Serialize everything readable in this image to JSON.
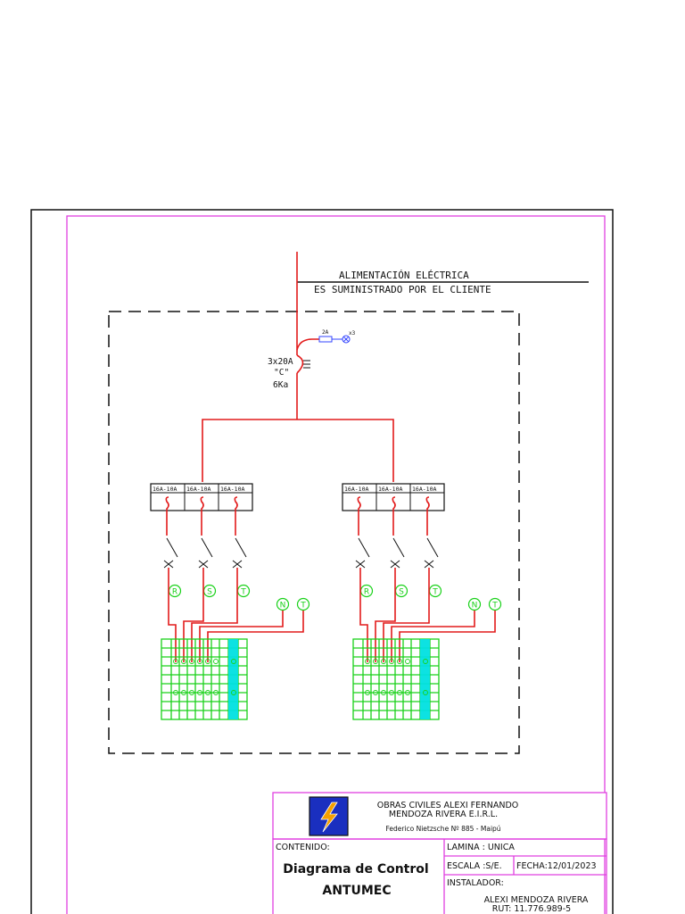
{
  "feed": {
    "line1": "ALIMENTACIÓN ELÉCTRICA",
    "line2": "ES SUMINISTRADO POR EL CLIENTE"
  },
  "main_breaker": {
    "rating": "3x20A",
    "curve": "\"C\"",
    "capacity": "6Ka",
    "fuse_label": "2A",
    "lamp_label": "x3"
  },
  "breaker_ratings": [
    "16A-10A",
    "16A-10A",
    "16A-10A"
  ],
  "phases": [
    "R",
    "S",
    "T"
  ],
  "extra_terminals": [
    "N",
    "T"
  ],
  "title_block": {
    "company_line1": "OBRAS CIVILES ALEXI FERNANDO",
    "company_line2": "MENDOZA RIVERA E.I.R.L.",
    "address": "Federico Nietzsche Nº 885 - Maipú",
    "contenido_label": "CONTENIDO:",
    "title_line1": "Diagrama de Control",
    "title_line2": "ANTUMEC",
    "lamina": "LAMINA  : UNICA",
    "escala": "ESCALA :S/E.",
    "fecha": "FECHA:12/01/2023",
    "instalador_label": "INSTALADOR:",
    "instalador_name": "ALEXI MENDOZA RIVERA",
    "rut": "RUT: 11.776.989-5"
  },
  "colors": {
    "power_line": "#e21b1b",
    "terminal": "#19d119",
    "frame": "#e040e0",
    "terminal_accent": "#00e0e0",
    "logo_bg": "#1a2fbf",
    "logo_bolt": "#f5a000"
  }
}
